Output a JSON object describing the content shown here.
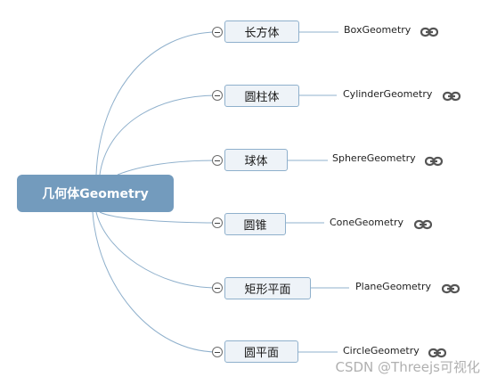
{
  "root": {
    "label": "几何体Geometry"
  },
  "branches": [
    {
      "label": "长方体",
      "leaf": "BoxGeometry"
    },
    {
      "label": "圆柱体",
      "leaf": "CylinderGeometry"
    },
    {
      "label": "球体",
      "leaf": "SphereGeometry"
    },
    {
      "label": "圆锥",
      "leaf": "ConeGeometry"
    },
    {
      "label": "矩形平面",
      "leaf": "PlaneGeometry"
    },
    {
      "label": "圆平面",
      "leaf": "CircleGeometry"
    }
  ],
  "watermark": "CSDN @Threejs可视化",
  "colors": {
    "root": "#739bbd",
    "line": "#8fb0cc",
    "node_bg": "#eef3f8"
  },
  "icons": {
    "branch_toggle": "collapse-minus-icon",
    "leaf_link": "link-icon"
  }
}
